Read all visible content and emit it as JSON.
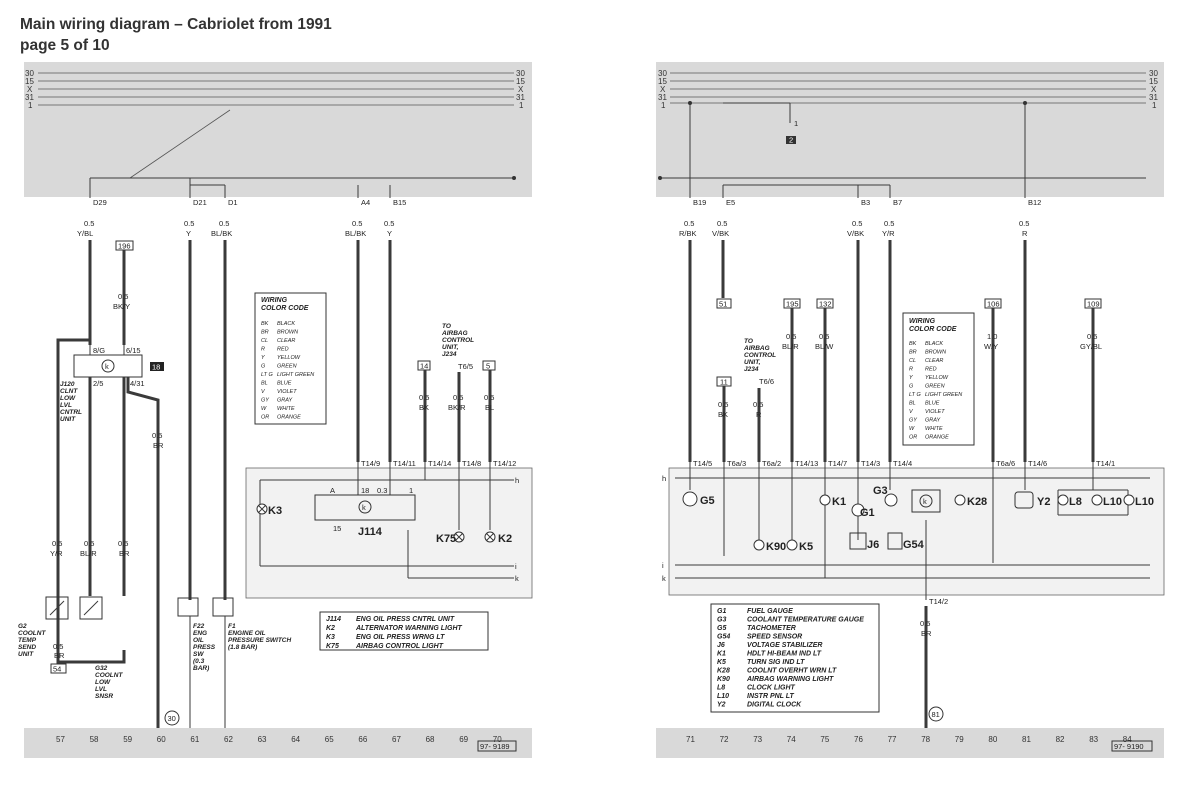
{
  "title": {
    "line1": "Main wiring diagram – Cabriolet from 1991",
    "line2": "page 5 of 10"
  },
  "left": {
    "bus_left_labels": [
      "30",
      "15",
      "X",
      "31",
      "1"
    ],
    "bus_right_labels": [
      "30",
      "15",
      "X",
      "31",
      "1"
    ],
    "connectors": [
      {
        "id": "D29",
        "size": "0.5",
        "color": "Y/BL"
      },
      {
        "id": "D21",
        "size": "0.5",
        "color": "Y"
      },
      {
        "id": "D1",
        "size": "0.5",
        "color": "BL/BK"
      },
      {
        "id": "A4",
        "size": "0.5",
        "color": "BL/BK"
      },
      {
        "id": "B15",
        "size": "0.5",
        "color": "Y"
      }
    ],
    "ref_196": "196",
    "wire_bky": {
      "size": "0.5",
      "color": "BK/Y"
    },
    "ref_18": "18",
    "j120_pins": [
      "8/G",
      "6/15",
      "2/5",
      "4/31"
    ],
    "j120_label": [
      "J120",
      "CLNT",
      "LOW",
      "LVL",
      "CNTRL",
      "UNIT"
    ],
    "wire_br1": {
      "size": "0.5",
      "color": "BR"
    },
    "wire_yr": {
      "size": "0.5",
      "color": "Y/R"
    },
    "wire_blr": {
      "size": "0.5",
      "color": "BL/R"
    },
    "wire_br2": {
      "size": "0.5",
      "color": "BR"
    },
    "wire_br3": {
      "size": "0.5",
      "color": "BR"
    },
    "ref_54": "54",
    "g2_label": [
      "G2",
      "COOLNT",
      "TEMP",
      "SEND",
      "UNIT"
    ],
    "g32_label": [
      "G32",
      "COOLNT",
      "LOW",
      "LVL",
      "SNSR"
    ],
    "f22_label": [
      "F22",
      "ENG",
      "OIL",
      "PRESS",
      "SW",
      "(0.3",
      "BAR)"
    ],
    "f1_label": [
      "F1",
      "ENGINE OIL",
      "PRESSURE SWITCH",
      "(1.8 BAR)"
    ],
    "circle_30": "30",
    "color_code_title": [
      "WIRING",
      "COLOR CODE"
    ],
    "color_code": [
      [
        "BK",
        "BLACK"
      ],
      [
        "BR",
        "BROWN"
      ],
      [
        "CL",
        "CLEAR"
      ],
      [
        "R",
        "RED"
      ],
      [
        "Y",
        "YELLOW"
      ],
      [
        "G",
        "GREEN"
      ],
      [
        "LT G",
        "LIGHT GREEN"
      ],
      [
        "BL",
        "BLUE"
      ],
      [
        "V",
        "VIOLET"
      ],
      [
        "GY",
        "GRAY"
      ],
      [
        "W",
        "WHITE"
      ],
      [
        "OR",
        "ORANGE"
      ]
    ],
    "airbag_label": [
      "TO",
      "AIRBAG",
      "CONTROL",
      "UNIT,",
      "J234"
    ],
    "t65": "T6/5",
    "ref_14": "14",
    "ref_5": "5",
    "wire_bk": {
      "size": "0.5",
      "color": "BK"
    },
    "wire_bkr": {
      "size": "0.5",
      "color": "BK/R"
    },
    "wire_bl": {
      "size": "0.5",
      "color": "BL"
    },
    "terminals": [
      "T14/9",
      "T14/11",
      "T14/14",
      "T14/8",
      "T14/12"
    ],
    "components": {
      "k3": "K3",
      "j114": "J114",
      "k75": "K75",
      "k2": "K2"
    },
    "j114_pins": [
      "A",
      "18",
      "0.3",
      "1",
      "15"
    ],
    "side_letters": [
      "h",
      "i",
      "k"
    ],
    "legend": [
      [
        "J114",
        "ENG OIL PRESS CNTRL UNIT"
      ],
      [
        "K2",
        "ALTERNATOR WARNING LIGHT"
      ],
      [
        "K3",
        "ENG OIL PRESS WRNG LT"
      ],
      [
        "K75",
        "AIRBAG CONTROL LIGHT"
      ]
    ],
    "bottom_numbers": [
      "57",
      "58",
      "59",
      "60",
      "61",
      "62",
      "63",
      "64",
      "65",
      "66",
      "67",
      "68",
      "69",
      "70"
    ],
    "figure_code": "97- 9189"
  },
  "right": {
    "bus_left_labels": [
      "30",
      "15",
      "X",
      "31",
      "1"
    ],
    "bus_right_labels": [
      "30",
      "15",
      "X",
      "31",
      "1"
    ],
    "ground_ref": "1",
    "ground_tag": "2",
    "connectors": [
      {
        "id": "B19",
        "size": "0.5",
        "color": "R/BK"
      },
      {
        "id": "E5",
        "size": "0.5",
        "color": "V/BK"
      },
      {
        "id": "B3",
        "size": "0.5",
        "color": "V/BK"
      },
      {
        "id": "B7",
        "size": "0.5",
        "color": "Y/R"
      },
      {
        "id": "B12",
        "size": "0.5",
        "color": "R"
      }
    ],
    "ref_51": "51",
    "ref_195": "195",
    "ref_132": "132",
    "ref_106": "106",
    "ref_109": "109",
    "ref_11": "11",
    "wire_blr": {
      "size": "0.5",
      "color": "BL/R"
    },
    "wire_blw": {
      "size": "0.5",
      "color": "BL/W"
    },
    "wire_wy": {
      "size": "1.0",
      "color": "W/Y"
    },
    "wire_gybl": {
      "size": "0.5",
      "color": "GY/BL"
    },
    "wire_bk": {
      "size": "0.5",
      "color": "BK"
    },
    "wire_r": {
      "size": "0.5",
      "color": "R"
    },
    "airbag_label": [
      "TO",
      "AIRBAG",
      "CONTROL",
      "UNIT,",
      "J234"
    ],
    "t66": "T6/6",
    "color_code_title": [
      "WIRING",
      "COLOR CODE"
    ],
    "color_code": [
      [
        "BK",
        "BLACK"
      ],
      [
        "BR",
        "BROWN"
      ],
      [
        "CL",
        "CLEAR"
      ],
      [
        "R",
        "RED"
      ],
      [
        "Y",
        "YELLOW"
      ],
      [
        "G",
        "GREEN"
      ],
      [
        "LT G",
        "LIGHT GREEN"
      ],
      [
        "BL",
        "BLUE"
      ],
      [
        "V",
        "VIOLET"
      ],
      [
        "GY",
        "GRAY"
      ],
      [
        "W",
        "WHITE"
      ],
      [
        "OR",
        "ORANGE"
      ]
    ],
    "terminals": [
      "T14/5",
      "T6a/3",
      "T6a/2",
      "T14/13",
      "T14/7",
      "T14/3",
      "T14/4",
      "T6a/6",
      "T14/6",
      "T14/1"
    ],
    "components": {
      "g5": "G5",
      "k90": "K90",
      "k5": "K5",
      "k1": "K1",
      "g3": "G3",
      "g1": "G1",
      "j6": "J6",
      "g54": "G54",
      "k28": "K28",
      "y2": "Y2",
      "l8": "L8",
      "l10a": "L10",
      "l10b": "L10"
    },
    "side_letters": [
      "h",
      "i",
      "k"
    ],
    "t142": "T14/2",
    "wire_br": {
      "size": "0.5",
      "color": "BR"
    },
    "circle_81": "81",
    "legend": [
      [
        "G1",
        "FUEL GAUGE"
      ],
      [
        "G3",
        "COOLANT TEMPERATURE GAUGE"
      ],
      [
        "G5",
        "TACHOMETER"
      ],
      [
        "G54",
        "SPEED SENSOR"
      ],
      [
        "J6",
        "VOLTAGE STABILIZER"
      ],
      [
        "K1",
        "HDLT HI-BEAM IND LT"
      ],
      [
        "K5",
        "TURN SIG IND LT"
      ],
      [
        "K28",
        "COOLNT OVERHT WRN LT"
      ],
      [
        "K90",
        "AIRBAG WARNING LIGHT"
      ],
      [
        "L8",
        "CLOCK LIGHT"
      ],
      [
        "L10",
        "INSTR PNL LT"
      ],
      [
        "Y2",
        "DIGITAL CLOCK"
      ]
    ],
    "bottom_numbers": [
      "71",
      "72",
      "73",
      "74",
      "75",
      "76",
      "77",
      "78",
      "79",
      "80",
      "81",
      "82",
      "83",
      "84"
    ],
    "figure_code": "97- 9190"
  }
}
